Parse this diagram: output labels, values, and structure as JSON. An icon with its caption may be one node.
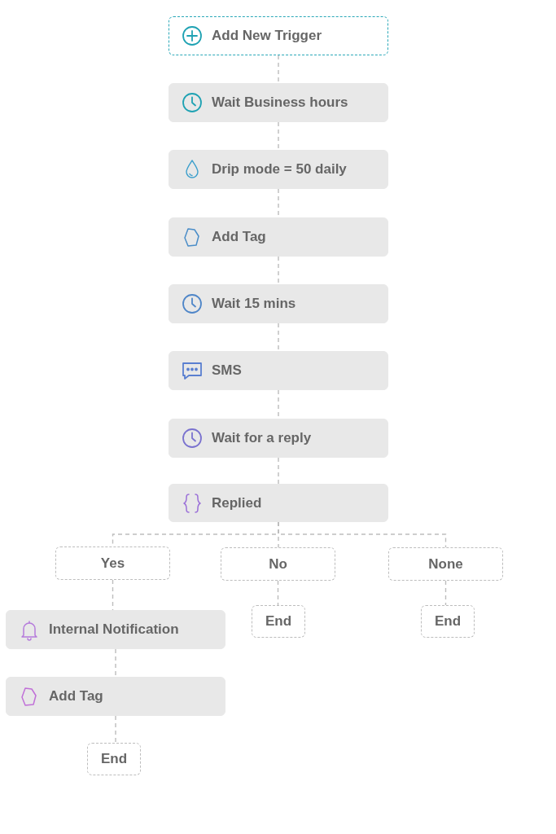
{
  "diagram": {
    "nodes": [
      {
        "text": [
          "Add New Trigger"
        ]
      },
      {
        "text": [
          "Wait Business hours"
        ]
      },
      {
        "text": [
          "Drip mode = 50 daily"
        ]
      },
      {
        "text": [
          "Add Tag"
        ]
      },
      {
        "text": [
          "Wait 15 mins"
        ]
      },
      {
        "text": [
          "SMS"
        ]
      },
      {
        "text": [
          "Wait for a reply"
        ]
      },
      {
        "text": [
          "Replied"
        ]
      },
      {
        "text": [
          "Yes"
        ]
      },
      {
        "text": [
          "No"
        ]
      },
      {
        "text": [
          "None"
        ]
      },
      {
        "text": [
          "Internal Notification"
        ]
      },
      {
        "text": [
          "End"
        ]
      },
      {
        "text": [
          "End"
        ]
      },
      {
        "text": [
          "Add Tag"
        ]
      },
      {
        "text": [
          "End"
        ]
      }
    ],
    "edges": [
      {
        "from": 0,
        "to": 1,
        "arrow": "none",
        "style": "dashed"
      },
      {
        "from": 1,
        "to": 2,
        "arrow": "none",
        "style": "dashed"
      },
      {
        "from": 2,
        "to": 3,
        "arrow": "none",
        "style": "dashed"
      },
      {
        "from": 3,
        "to": 4,
        "arrow": "none",
        "style": "dashed"
      },
      {
        "from": 4,
        "to": 5,
        "arrow": "none",
        "style": "dashed"
      },
      {
        "from": 5,
        "to": 6,
        "arrow": "none",
        "style": "dashed"
      },
      {
        "from": 6,
        "to": 7,
        "arrow": "none",
        "style": "dashed"
      },
      {
        "from": 7,
        "to": 8,
        "arrow": "none",
        "style": "dashed"
      },
      {
        "from": 7,
        "to": 9,
        "arrow": "none",
        "style": "dashed"
      },
      {
        "from": 7,
        "to": 10,
        "arrow": "none",
        "style": "dashed"
      },
      {
        "from": 8,
        "to": 11,
        "arrow": "none",
        "style": "dashed"
      },
      {
        "from": 11,
        "to": 14,
        "arrow": "none",
        "style": "dashed"
      },
      {
        "from": 14,
        "to": 15,
        "arrow": "none",
        "style": "dashed"
      },
      {
        "from": 9,
        "to": 12,
        "arrow": "none",
        "style": "dashed"
      },
      {
        "from": 10,
        "to": 13,
        "arrow": "none",
        "style": "dashed"
      }
    ]
  }
}
